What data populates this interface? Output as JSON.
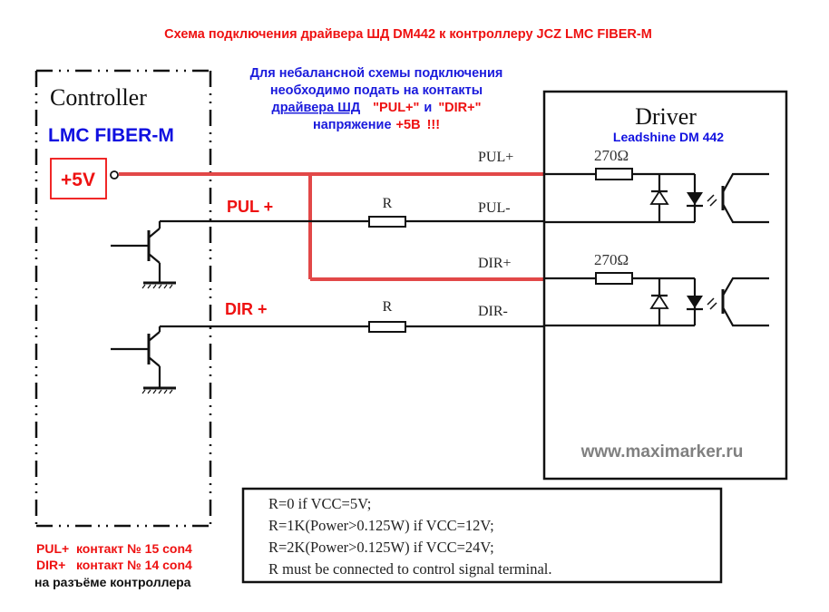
{
  "title": "Схема подключения драйвера ШД DM442 к контроллеру JCZ LMC FIBER-M",
  "note": {
    "line1": "Для небалансной схемы подключения",
    "line2": "необходимо подать на контакты",
    "line3_link": "драйвера ШД",
    "line3_red1": "\"PUL+\"",
    "line3_and": "и",
    "line3_red2": "\"DIR+\"",
    "line4_prefix": "напряжение",
    "line4_red": "+5В",
    "line4_suffix": "!!!"
  },
  "controller": {
    "heading": "Controller",
    "model": "LMC FIBER-M",
    "supply_label": "+5V",
    "signal_pul": "PUL +",
    "signal_dir": "DIR +"
  },
  "driver": {
    "heading": "Driver",
    "model": "Leadshine DM 442",
    "pins": [
      "PUL+",
      "PUL-",
      "DIR+",
      "DIR-"
    ],
    "resistor_labels": [
      "270Ω",
      "270Ω"
    ]
  },
  "external_resistors": [
    "R",
    "R"
  ],
  "formula_box": {
    "lines": [
      "R=0 if VCC=5V;",
      "R=1K(Power>0.125W) if VCC=12V;",
      "R=2K(Power>0.125W) if VCC=24V;",
      "R must be connected to control signal terminal."
    ]
  },
  "website": "www.maximarker.ru",
  "footnote": {
    "line1": "PUL+  контакт № 15 con4",
    "line2": "DIR+   контакт № 14 con4",
    "line3": "на разъёме контроллера"
  },
  "colors": {
    "accent_red": "#ee1111",
    "wire_red": "#e24848",
    "label_blue": "#1010e0",
    "website_gray": "#808080"
  }
}
